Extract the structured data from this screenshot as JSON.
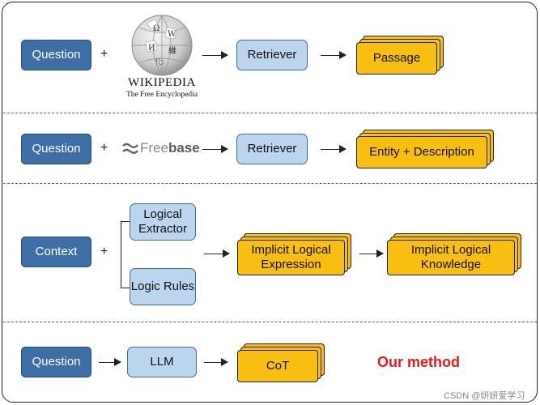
{
  "rows": [
    {
      "input": "Question",
      "plus": "+",
      "source": {
        "name": "Wikipedia",
        "wordmark": "WIKIPEDIA",
        "tagline": "The Free Encyclopedia"
      },
      "process": "Retriever",
      "output": "Passage"
    },
    {
      "input": "Question",
      "plus": "+",
      "source": {
        "name": "Freebase",
        "wordmark_thin": "Free",
        "wordmark_bold": "base"
      },
      "process": "Retriever",
      "output": "Entity + Description"
    },
    {
      "input": "Context",
      "plus": "+",
      "branches": [
        "Logical Extractor",
        "Logic Rules"
      ],
      "intermediate": "Implicit Logical Expression",
      "output": "Implicit Logical Knowledge"
    },
    {
      "input": "Question",
      "process": "LLM",
      "output": "CoT",
      "highlight": "Our method"
    }
  ],
  "watermark": "CSDN @妍妍爱学习",
  "colors": {
    "input_box": "#3d6ea5",
    "process_box": "#bcd5ee",
    "output_box": "#f8be10",
    "highlight": "#e41a1c",
    "divider": "#4a6a8a"
  },
  "icons": [
    "wikipedia-globe-icon",
    "freebase-logo-icon",
    "arrow-right-icon"
  ]
}
